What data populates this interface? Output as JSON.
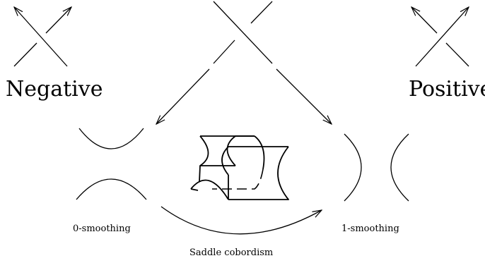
{
  "labels": {
    "negative": "Negative",
    "positive": "Positive",
    "zero_smoothing": "0-smoothing",
    "one_smoothing": "1-smoothing",
    "saddle_cobordism": "Saddle cobordism"
  },
  "colors": {
    "ink": "#000000",
    "background": "#ffffff"
  }
}
